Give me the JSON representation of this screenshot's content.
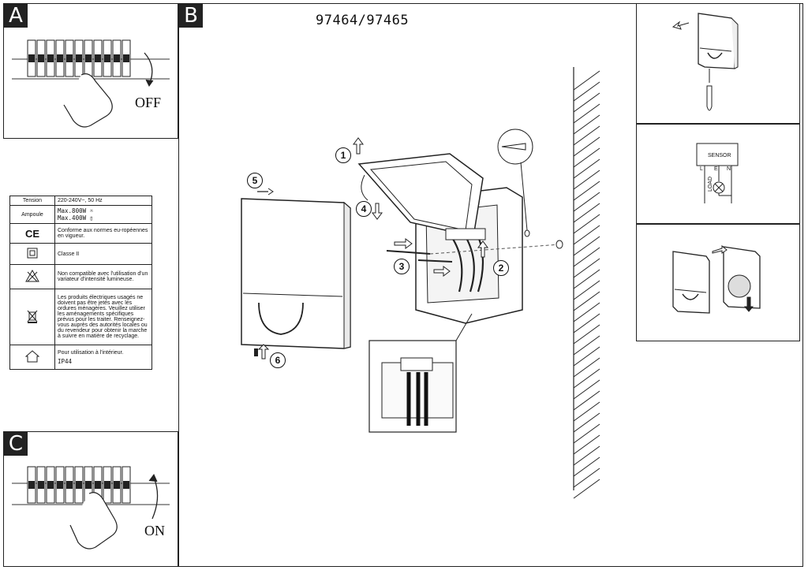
{
  "panels": {
    "a_label": "A",
    "b_label": "B",
    "c_label": "C",
    "off_label": "OFF",
    "on_label": "ON"
  },
  "model": "97464/97465",
  "spec_table": [
    {
      "key": "Tension",
      "value": "220-240V~, 50 Hz"
    },
    {
      "key": "Ampoule",
      "value": "Max.800W",
      "value2": "Max.400W"
    },
    {
      "key": "",
      "icon": "ce-mark-icon",
      "value": "Conforme aux normes eu-ropéennes en vigueur."
    },
    {
      "key": "",
      "icon": "class-ii-icon",
      "value": "Classe II"
    },
    {
      "key": "",
      "icon": "no-dimmer-icon",
      "value": "Non compatible avec l'utilisation d'un variateur d'intensité lumineuse."
    },
    {
      "key": "",
      "icon": "weee-bin-icon",
      "value": "Les produits électriques usagés ne doivent pas être jetés avec les ordures ménagères. Veuillez utiliser les aménagements spécifiques prévus pour les traiter. Renseignez-vous auprès des autorités locales ou du revendeur pour obtenir la marche à suivre en matière de recyclage."
    },
    {
      "key": "",
      "icon": "indoor-house-icon",
      "value": "Pour utilisation à l'intérieur.",
      "value2": "IP44"
    }
  ],
  "steps": [
    "1",
    "2",
    "3",
    "4",
    "5",
    "6"
  ],
  "wiring": {
    "sensor_label": "SENSOR",
    "terminals": [
      "L",
      "E",
      "N"
    ],
    "load_label": "LOAD"
  }
}
